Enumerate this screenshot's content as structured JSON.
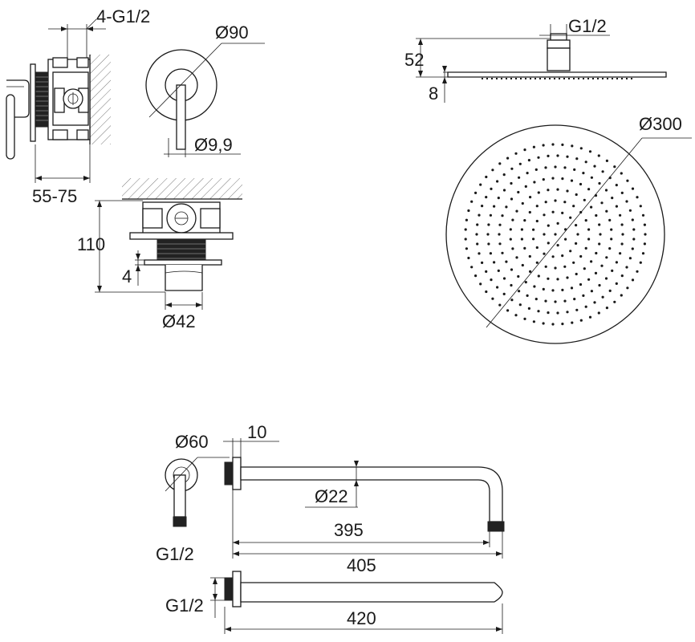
{
  "dimensions": {
    "mixer_connections": "4-G1/2",
    "mixer_plate_diameter": "Ø90",
    "lever_diameter": "Ø9,9",
    "mixer_depth": "55-75",
    "box_height": "110",
    "plate_thickness": "4",
    "box_outlet_diameter": "Ø42",
    "head_connection": "G1/2",
    "head_total_height": "52",
    "head_thickness": "8",
    "head_diameter": "Ø300",
    "arm_rosette_diameter": "Ø60",
    "arm_connection": "G1/2",
    "arm_flange_thickness": "10",
    "arm_tube_diameter": "Ø22",
    "arm_length_395": "395",
    "arm_length_405": "405",
    "straight_arm_connection": "G1/2",
    "straight_arm_length": "420"
  }
}
